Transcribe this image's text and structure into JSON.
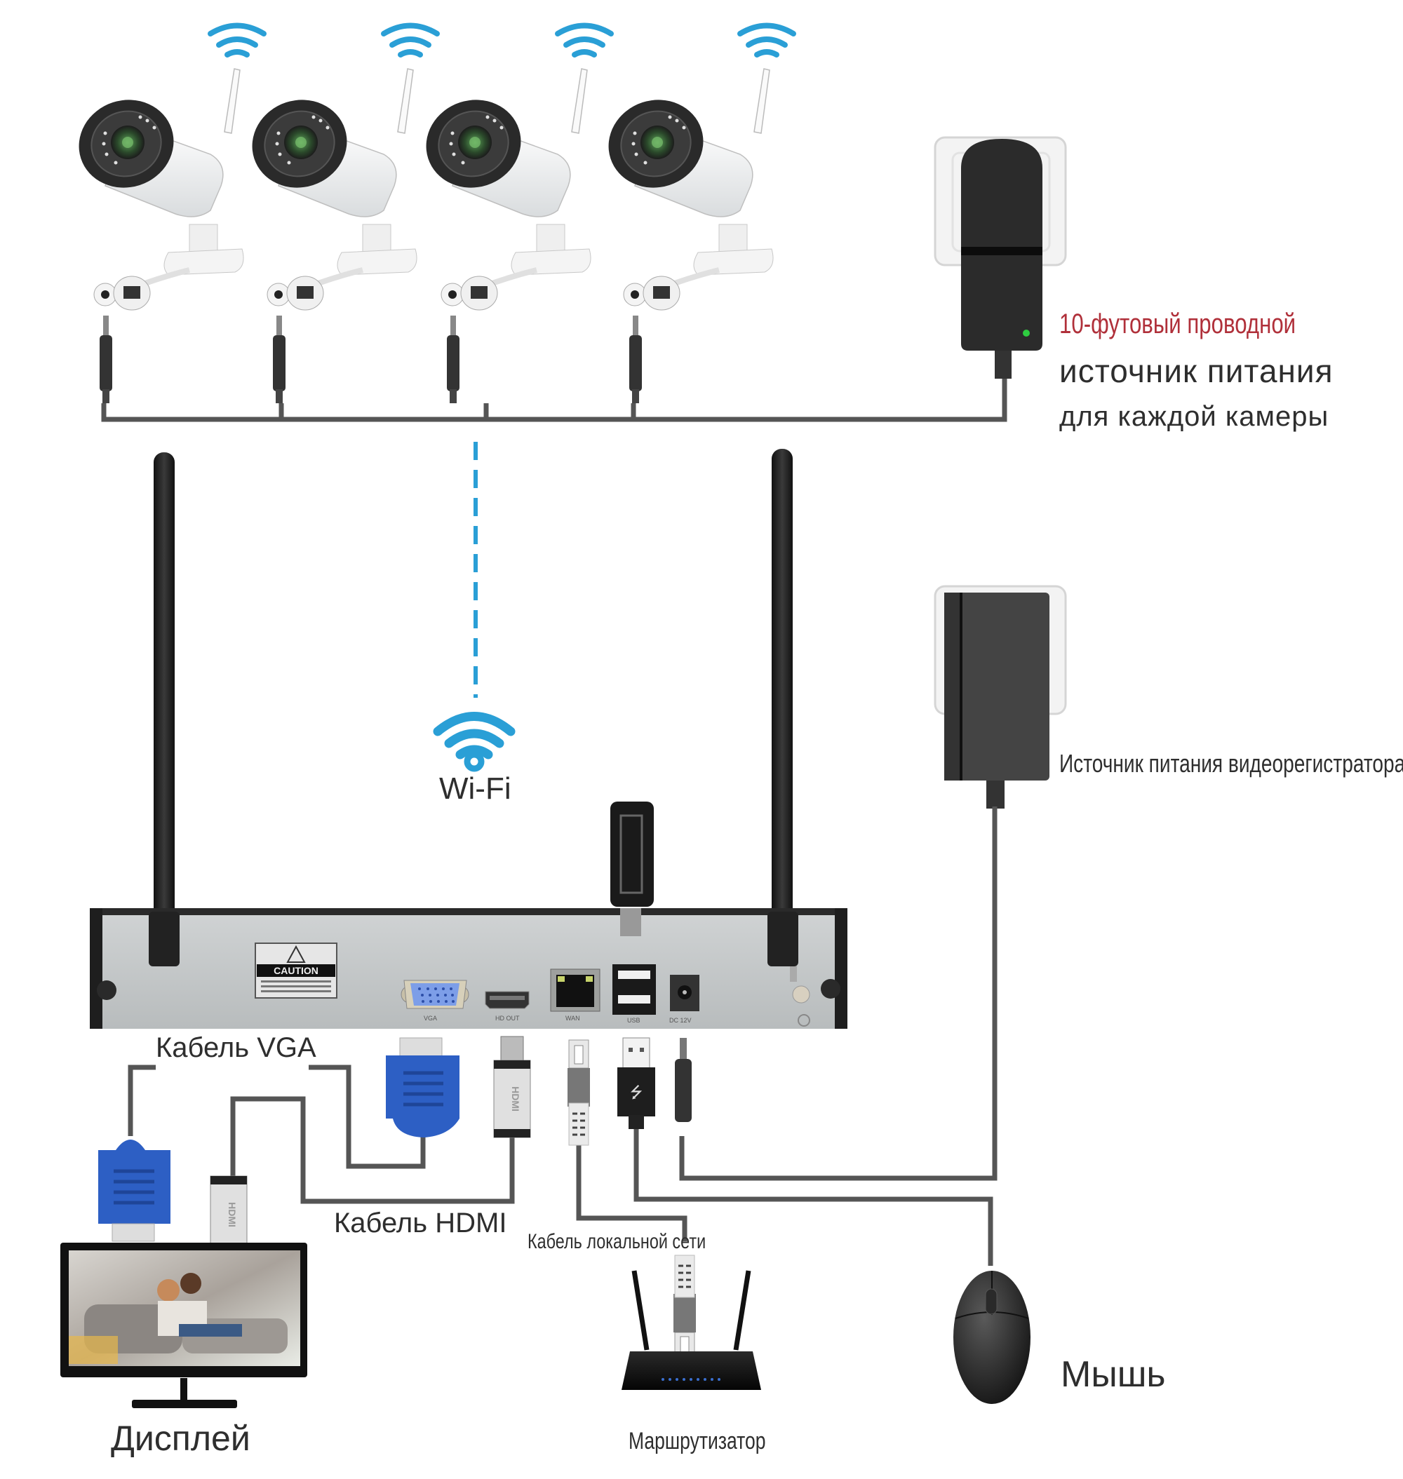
{
  "diagram": {
    "type": "wiring-diagram",
    "subject": "Wireless NVR camera kit connection scheme",
    "colors": {
      "cable": "#555555",
      "wifi_blue": "#2a9fd6",
      "vga_blue": "#2d5fc4",
      "nvr_panel": "#c4c8ca",
      "red_label": "#b0303a",
      "led_green": "#2ecc40"
    },
    "cameras": {
      "count": 4,
      "items": [
        {
          "name": "camera-1",
          "icon": "wifi-signal-icon"
        },
        {
          "name": "camera-2",
          "icon": "wifi-signal-icon"
        },
        {
          "name": "camera-3",
          "icon": "wifi-signal-icon"
        },
        {
          "name": "camera-4",
          "icon": "wifi-signal-icon"
        }
      ]
    },
    "labels": {
      "camera_power_line1": "10-футовый проводной",
      "camera_power_line2": "источник питания",
      "camera_power_line3": "для каждой камеры",
      "nvr_power": "Источник питания видеорегистратора",
      "wifi": "Wi-Fi",
      "vga_cable": "Кабель VGA",
      "hdmi_cable": "Кабель HDMI",
      "lan_cable": "Кабель локальной сети",
      "display": "Дисплей",
      "router": "Маршрутизатор",
      "mouse": "Мышь"
    },
    "nvr": {
      "caution_label": "CAUTION",
      "ports": [
        {
          "id": "vga",
          "label": "VGA"
        },
        {
          "id": "hdmi",
          "label": "HD OUT"
        },
        {
          "id": "wan",
          "label": "WAN"
        },
        {
          "id": "usb",
          "label": "USB"
        },
        {
          "id": "dc",
          "label": "DC 12V"
        }
      ]
    },
    "connectors": {
      "hdmi_text": "HDMI"
    }
  }
}
